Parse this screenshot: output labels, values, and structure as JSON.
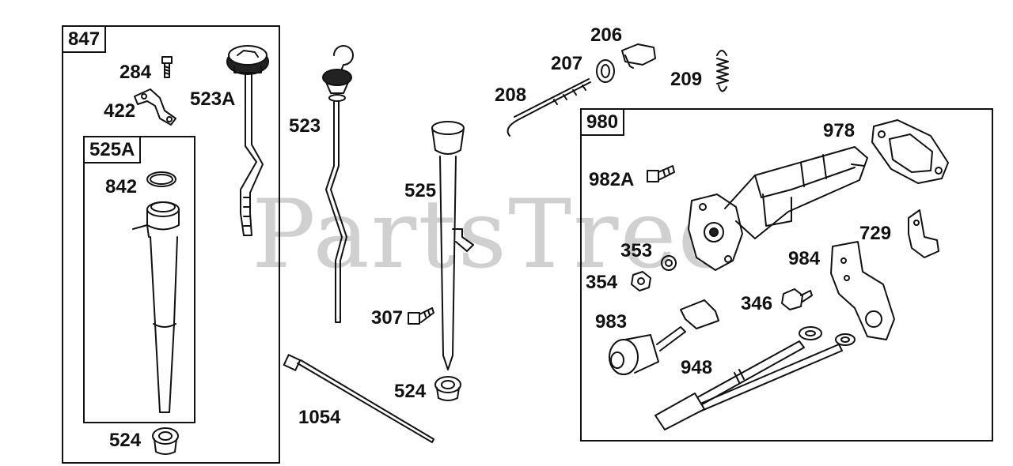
{
  "watermark": "PartsTree",
  "groups": {
    "g847": "847",
    "g525a": "525A",
    "g980": "980"
  },
  "labels": {
    "p284": "284",
    "p422": "422",
    "p523a": "523A",
    "p842": "842",
    "p524a": "524",
    "p523": "523",
    "p525": "525",
    "p307": "307",
    "p524b": "524",
    "p1054": "1054",
    "p206": "206",
    "p207": "207",
    "p208": "208",
    "p209": "209",
    "p978": "978",
    "p982a": "982A",
    "p729": "729",
    "p353": "353",
    "p984": "984",
    "p354": "354",
    "p346": "346",
    "p983": "983",
    "p948": "948"
  }
}
